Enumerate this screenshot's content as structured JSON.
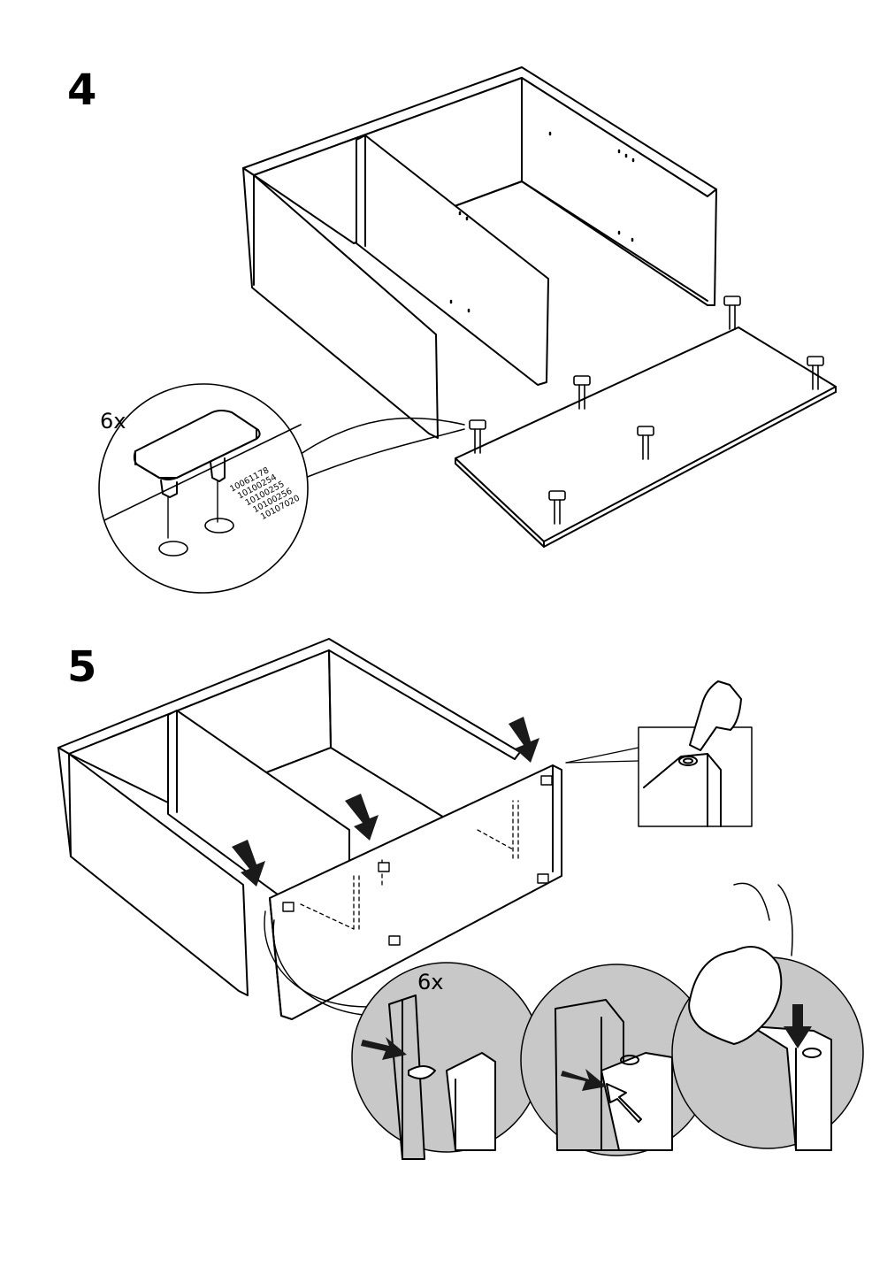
{
  "steps": [
    {
      "number": "4",
      "quantity": "6x",
      "part_codes": [
        "10061178",
        "10100254",
        "10100255",
        "10100256",
        "10107020"
      ]
    },
    {
      "number": "5",
      "quantity": "6x"
    }
  ],
  "colors": {
    "line": "#000000",
    "background": "#ffffff",
    "detail_fill": "#c8c8c8",
    "arrow_fill": "#1a1a1a"
  },
  "icons": [
    "down-arrow-icon",
    "push-arrow-icon",
    "hand-icon",
    "finger-press-icon",
    "dowel-icon"
  ]
}
